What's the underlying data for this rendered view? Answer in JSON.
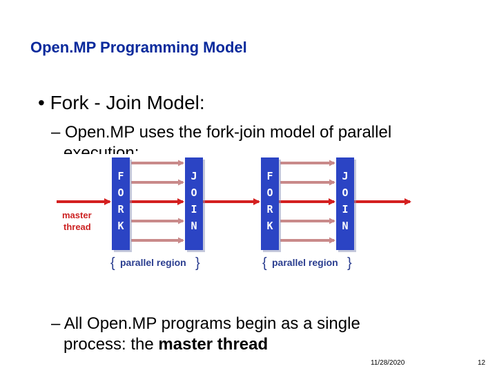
{
  "slide": {
    "title": "Open.MP Programming Model",
    "bullet1": "• Fork - Join Model:",
    "sub1_line1": "– Open.MP uses the fork-join model of parallel",
    "sub1_line2": "execution:",
    "sub2_line1": "– All Open.MP programs begin as a single",
    "sub2_line2_prefix": "process: the ",
    "sub2_line2_bold": "master thread"
  },
  "diagram": {
    "master_label_1": "master",
    "master_label_2": "thread",
    "fork_letters": [
      "F",
      "O",
      "R",
      "K"
    ],
    "join_letters": [
      "J",
      "O",
      "I",
      "N"
    ],
    "region_label": "parallel region",
    "colors": {
      "block": "#2b44c4",
      "main_arrow": "#d42020",
      "thread_arrow": "#c98a8a"
    }
  },
  "footer": {
    "date": "11/28/2020",
    "page": "12"
  }
}
